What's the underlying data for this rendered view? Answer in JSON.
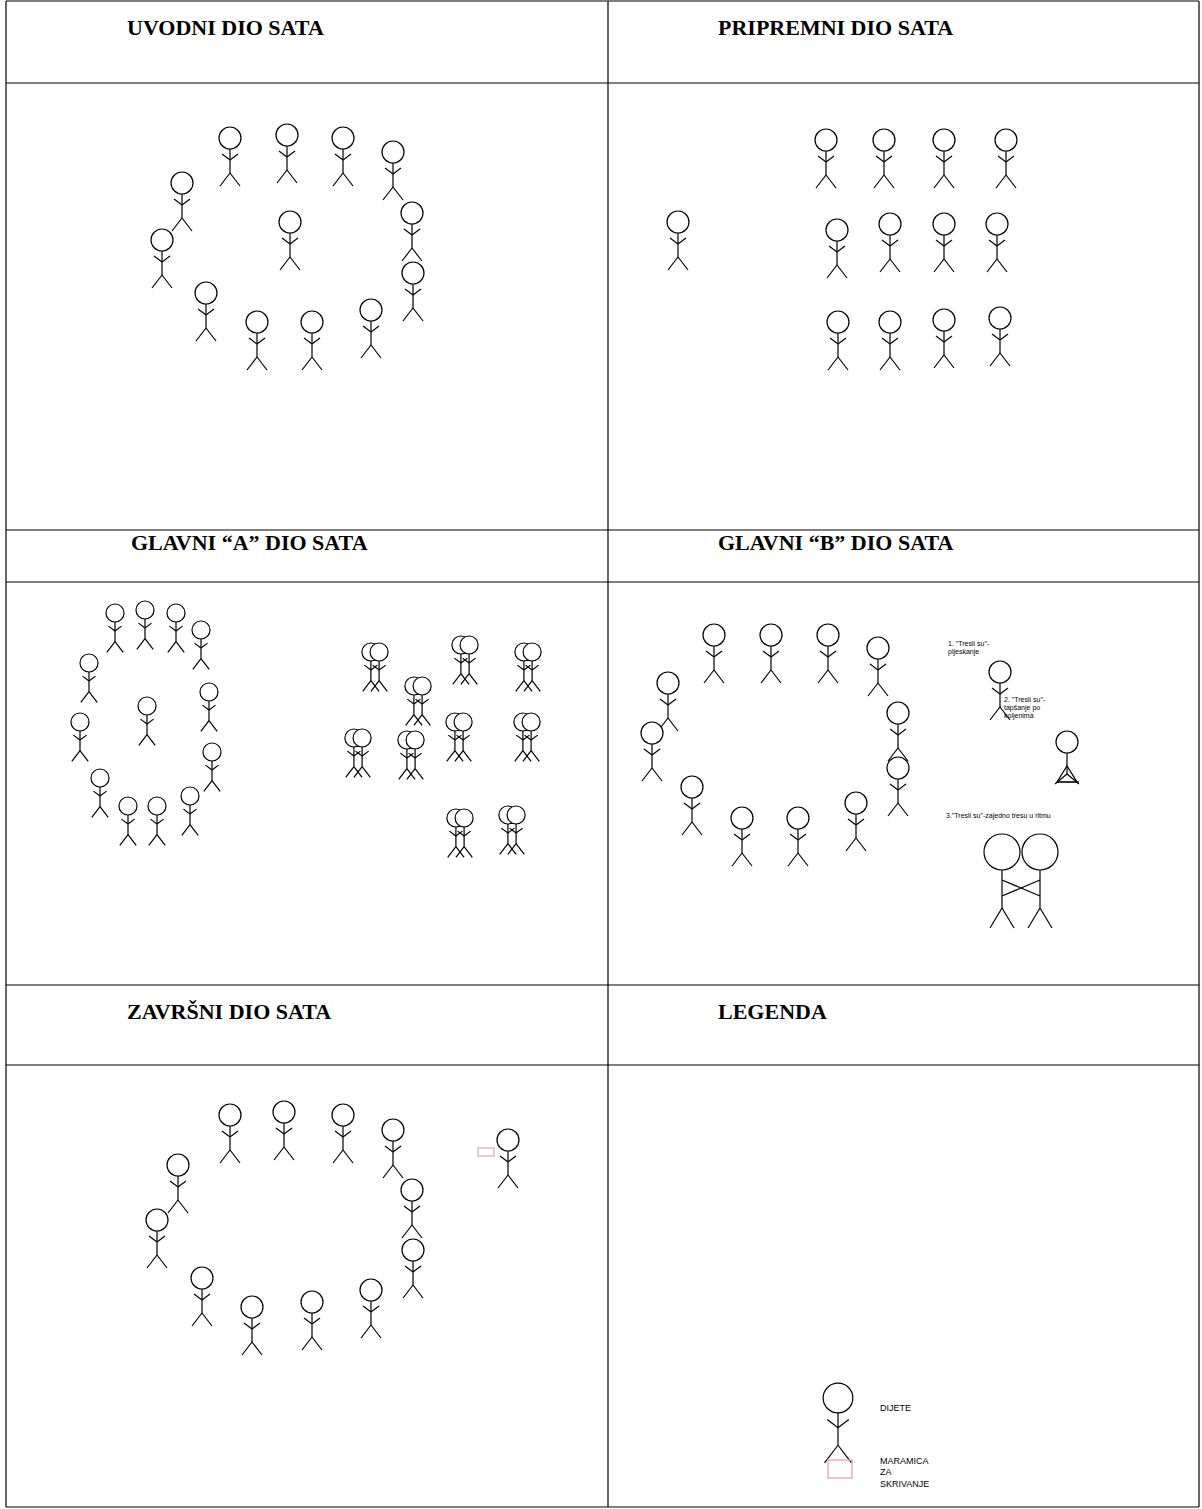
{
  "diagram": {
    "labels": [
      "UVODNI DIO SATA",
      "PRIPREMNI DIO SATA",
      "GLAVNI “A” DIO SATA",
      "GLAVNI “B” DIO SATA",
      "1. \"Tresli su\"- pljeskanje",
      "2. \"Tresli su\"- tapšanje po koljenima",
      "3.\"Tresli su\"-zajedno tresu u ritmu",
      "ZAVRŠNI DIO SATA",
      "LEGENDA"
    ],
    "legend": [
      {
        "text": "DIJETE"
      },
      {
        "text": "MARAMICA ZA SKRIVANJE"
      }
    ]
  }
}
